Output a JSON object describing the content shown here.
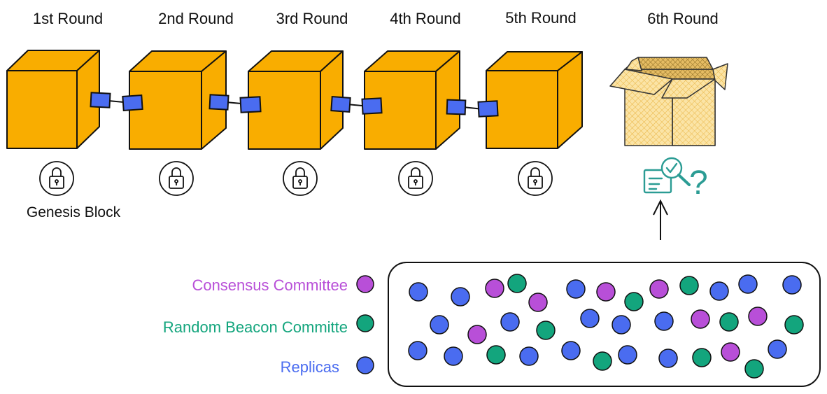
{
  "colors": {
    "block_fill": "#F9AD00",
    "block_stroke": "#111111",
    "link_fill": "#4A6CF0",
    "open_box_fill": "#F9D77C",
    "consensus": "#B84FD8",
    "random_beacon": "#13A57D",
    "replica": "#4A6CF0",
    "audit_icon": "#2B9C94"
  },
  "rounds": [
    {
      "label": "1st Round"
    },
    {
      "label": "2nd Round"
    },
    {
      "label": "3rd Round"
    },
    {
      "label": "4th Round"
    },
    {
      "label": "5th Round"
    },
    {
      "label": "6th Round"
    }
  ],
  "genesis_label": "Genesis Block",
  "audit_icon": {
    "name": "document-search-check-icon",
    "question": "?"
  },
  "legend": [
    {
      "label": "Consensus Committee",
      "role": "consensus"
    },
    {
      "label": "Random Beacon Committe",
      "role": "random_beacon"
    },
    {
      "label": "Replicas",
      "role": "replica"
    }
  ],
  "pool_nodes": [
    "replica",
    "replica",
    "consensus",
    "random_beacon",
    "consensus",
    "replica",
    "consensus",
    "random_beacon",
    "consensus",
    "random_beacon",
    "replica",
    "replica",
    "replica",
    "replica",
    "consensus",
    "replica",
    "random_beacon",
    "replica",
    "replica",
    "replica",
    "consensus",
    "random_beacon",
    "consensus",
    "random_beacon",
    "replica",
    "replica",
    "random_beacon",
    "replica",
    "replica",
    "random_beacon",
    "replica",
    "replica",
    "random_beacon",
    "consensus",
    "random_beacon",
    "replica"
  ]
}
